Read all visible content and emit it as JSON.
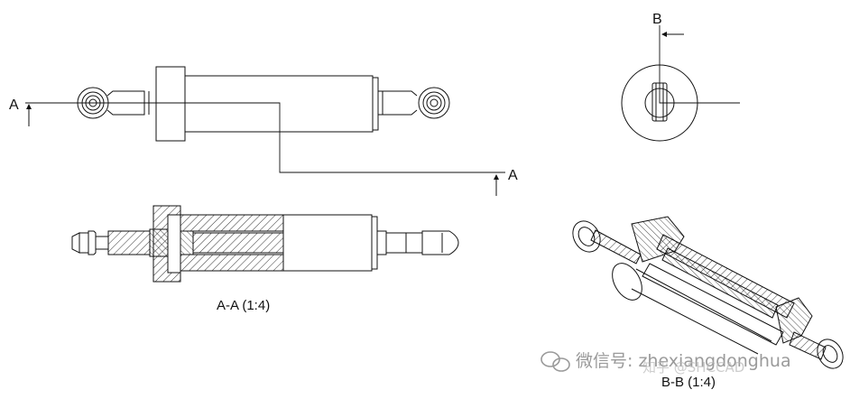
{
  "labels": {
    "section_a_left": "A",
    "section_a_right": "A",
    "section_b_top": "B",
    "section_aa_caption": "A-A (1:4)",
    "section_bb_caption": "B-B (1:4)"
  },
  "watermark": {
    "text": "微信号: zhexiangdonghua",
    "overlay_text": "知乎 @SHCCAD"
  },
  "colors": {
    "line": "#111111",
    "hatch": "#222222",
    "watermark": "#9a9a9a",
    "background": "#ffffff"
  }
}
